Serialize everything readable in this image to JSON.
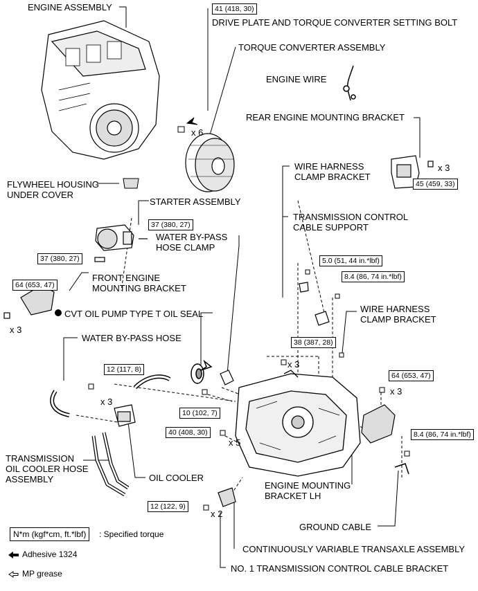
{
  "labels": {
    "engine_assembly": "ENGINE ASSEMBLY",
    "drive_plate_bolt": "DRIVE PLATE AND TORQUE CONVERTER SETTING BOLT",
    "torque_converter": "TORQUE CONVERTER ASSEMBLY",
    "engine_wire": "ENGINE WIRE",
    "rear_engine_mount": "REAR ENGINE MOUNTING BRACKET",
    "flywheel_cover_1": "FLYWHEEL HOUSING",
    "flywheel_cover_2": "UNDER COVER",
    "wire_harness_top_1": "WIRE HARNESS",
    "wire_harness_top_2": "CLAMP BRACKET",
    "starter": "STARTER ASSEMBLY",
    "tcc_support_1": "TRANSMISSION CONTROL",
    "tcc_support_2": "CABLE SUPPORT",
    "water_clamp_1": "WATER BY-PASS",
    "water_clamp_2": "HOSE CLAMP",
    "front_mount_1": "FRONT ENGINE",
    "front_mount_2": "MOUNTING BRACKET",
    "cvt_seal": "CVT OIL PUMP TYPE T OIL SEAL",
    "wire_harness_mid_1": "WIRE HARNESS",
    "wire_harness_mid_2": "CLAMP BRACKET",
    "water_hose": "WATER BY-PASS HOSE",
    "cooler_hose_1": "TRANSMISSION",
    "cooler_hose_2": "OIL COOLER HOSE",
    "cooler_hose_3": "ASSEMBLY",
    "oil_cooler": "OIL COOLER",
    "engine_mount_lh_1": "ENGINE MOUNTING",
    "engine_mount_lh_2": "BRACKET LH",
    "ground_cable": "GROUND CABLE",
    "cvt_transaxle": "CONTINUOUSLY VARIABLE TRANSAXLE ASSEMBLY",
    "tcc_bracket": "NO. 1 TRANSMISSION CONTROL CABLE BRACKET"
  },
  "torques": {
    "t1": "41 (418, 30)",
    "t2": "45 (459, 33)",
    "t3": "37 (380, 27)",
    "t4": "37 (380, 27)",
    "t5": "5.0 (51, 44 in.*lbf)",
    "t6": "64 (653, 47)",
    "t7": "8.4 (86, 74 in.*lbf)",
    "t8": "38 (387, 28)",
    "t9": "12 (117, 8)",
    "t10": "64 (653, 47)",
    "t11": "10 (102, 7)",
    "t12": "40 (408, 30)",
    "t13": "8.4 (86, 74 in.*lbf)",
    "t14": "12 (122, 9)"
  },
  "counts": {
    "c1": "x 6",
    "c2": "x 3",
    "c3": "x 3",
    "c4": "x 3",
    "c5": "x 3",
    "c6": "x 3",
    "c7": "x 5",
    "c8": "x 2"
  },
  "legend": {
    "unit_box": "N*m (kgf*cm, ft.*lbf)",
    "unit_desc": ": Specified torque",
    "adhesive": "Adhesive 1324",
    "grease": "MP grease"
  }
}
